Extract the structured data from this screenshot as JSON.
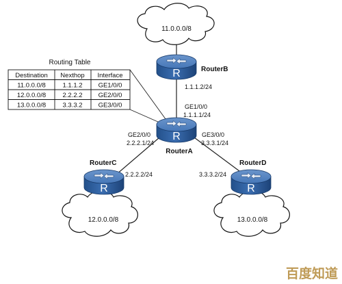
{
  "clouds": {
    "top": "11.0.0.0/8",
    "left": "12.0.0.0/8",
    "right": "13.0.0.0/8"
  },
  "routers": {
    "a": {
      "name": "RouterA",
      "glyph": "R"
    },
    "b": {
      "name": "RouterB",
      "glyph": "R"
    },
    "c": {
      "name": "RouterC",
      "glyph": "R"
    },
    "d": {
      "name": "RouterD",
      "glyph": "R"
    }
  },
  "labels": {
    "b_if_ip": "1.1.1.2/24",
    "a_ge100": "GE1/0/0",
    "a_ge100_ip": "1.1.1.1/24",
    "a_ge200": "GE2/0/0",
    "a_ge200_ip": "2.2.2.1/24",
    "a_ge300": "GE3/0/0",
    "a_ge300_ip": "3.3.3.1/24",
    "c_ip": "2.2.2.2/24",
    "d_ip": "3.3.3.2/24"
  },
  "routing_table": {
    "title": "Routing Table",
    "headers": [
      "Destination",
      "Nexthop",
      "Interface"
    ],
    "rows": [
      [
        "11.0.0.0/8",
        "1.1.1.2",
        "GE1/0/0"
      ],
      [
        "12.0.0.0/8",
        "2.2.2.2",
        "GE2/0/0"
      ],
      [
        "13.0.0.0/8",
        "3.3.3.2",
        "GE3/0/0"
      ]
    ]
  },
  "watermark": "百度知道",
  "colors": {
    "router_top": "#3f6fae",
    "router_side": "#2c5a97",
    "router_dark": "#1d4378",
    "line": "#222222",
    "cloud_fill": "#ffffff",
    "cloud_stroke": "#111111"
  }
}
